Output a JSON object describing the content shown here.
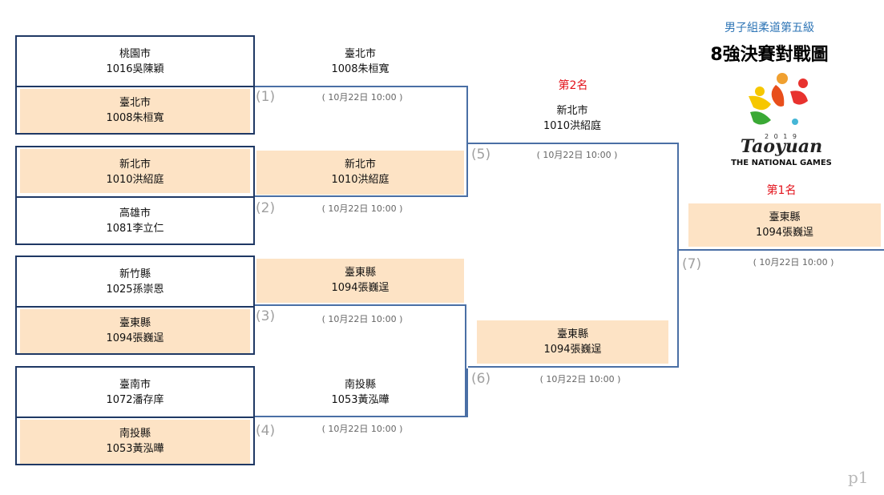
{
  "header": {
    "subtitle": "男子組柔道第五級",
    "title": "8強決賽對戰圖",
    "logo_text": "Taoyuan",
    "logo_year": "2 0 1 9",
    "logo_caption": "THE NATIONAL GAMES",
    "colors": {
      "subtitle": "#2e75b6",
      "place": "#e3141d",
      "winner_fill": "#fde3c5",
      "line": "#4a6fa5"
    }
  },
  "round1": [
    {
      "city": "桃園市",
      "name": "1016吳陳穎",
      "winner": false
    },
    {
      "city": "臺北市",
      "name": "1008朱桓寬",
      "winner": true
    },
    {
      "city": "新北市",
      "name": "1010洪紹庭",
      "winner": true
    },
    {
      "city": "高雄市",
      "name": "1081李立仁",
      "winner": false
    },
    {
      "city": "新竹縣",
      "name": "1025孫崇恩",
      "winner": false
    },
    {
      "city": "臺東縣",
      "name": "1094張巍逞",
      "winner": true
    },
    {
      "city": "臺南市",
      "name": "1072潘存庠",
      "winner": false
    },
    {
      "city": "南投縣",
      "name": "1053黃泓曄",
      "winner": true
    }
  ],
  "round2": [
    {
      "city": "臺北市",
      "name": "1008朱桓寬",
      "winner": false
    },
    {
      "city": "新北市",
      "name": "1010洪紹庭",
      "winner": true
    },
    {
      "city": "臺東縣",
      "name": "1094張巍逞",
      "winner": true
    },
    {
      "city": "南投縣",
      "name": "1053黃泓曄",
      "winner": false
    }
  ],
  "round3": [
    {
      "city": "新北市",
      "name": "1010洪紹庭",
      "winner": false,
      "place": "第2名"
    },
    {
      "city": "臺東縣",
      "name": "1094張巍逞",
      "winner": true
    }
  ],
  "final": {
    "city": "臺東縣",
    "name": "1094張巍逞",
    "place": "第1名"
  },
  "matches": [
    {
      "num": "(1)",
      "time": "( 10月22日 10:00 )"
    },
    {
      "num": "(2)",
      "time": "( 10月22日 10:00 )"
    },
    {
      "num": "(3)",
      "time": "( 10月22日 10:00 )"
    },
    {
      "num": "(4)",
      "time": "( 10月22日 10:00 )"
    },
    {
      "num": "(5)",
      "time": "( 10月22日 10:00 )"
    },
    {
      "num": "(6)",
      "time": "( 10月22日 10:00 )"
    },
    {
      "num": "(7)",
      "time": "( 10月22日 10:00 )"
    }
  ],
  "page_number": "p1"
}
